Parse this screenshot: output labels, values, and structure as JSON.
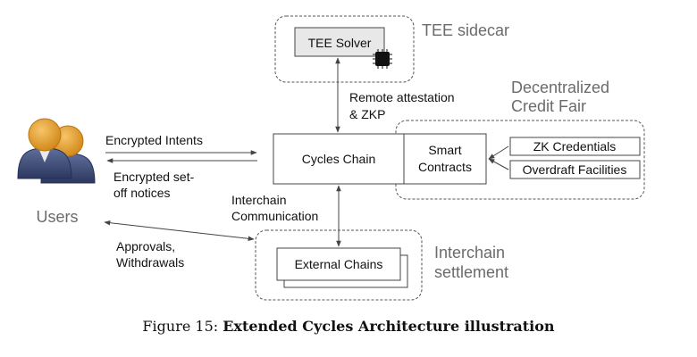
{
  "tee": {
    "group_label": "TEE sidecar",
    "solver_label": "TEE Solver"
  },
  "credit": {
    "group_label_line1": "Decentralized",
    "group_label_line2": "Credit Fair",
    "smart_line1": "Smart",
    "smart_line2": "Contracts",
    "zk_label": "ZK Credentials",
    "overdraft_label": "Overdraft Facilities"
  },
  "core": {
    "cycles_label": "Cycles Chain"
  },
  "interchain": {
    "group_label_line1": "Interchain",
    "group_label_line2": "settlement",
    "external_label": "External Chains"
  },
  "users": {
    "label": "Users"
  },
  "edges": {
    "attest_line1": "Remote attestation",
    "attest_line2": "& ZKP",
    "intents": "Encrypted Intents",
    "setoff_line1": "Encrypted set-",
    "setoff_line2": "off notices",
    "interchain_line1": "Interchain",
    "interchain_line2": "Communication",
    "approvals_line1": "Approvals,",
    "approvals_line2": "Withdrawals"
  },
  "caption": {
    "prefix": "Figure 15:",
    "title": "Extended Cycles Architecture illustration"
  }
}
